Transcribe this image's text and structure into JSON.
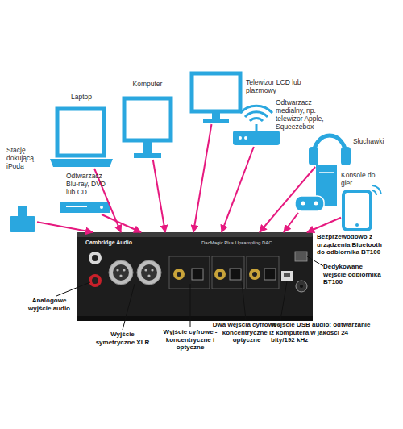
{
  "diagram": {
    "nodes": [
      {
        "text": [
          "Stację dokującą iPoda"
        ]
      },
      {
        "text": [
          "Laptop"
        ]
      },
      {
        "text": [
          "Komputer"
        ]
      },
      {
        "text": [
          "Odtwarzacz Blu-ray, DVD lub CD"
        ]
      },
      {
        "text": [
          "Telewizor LCD lub plazmowy"
        ]
      },
      {
        "text": [
          "Odtwarzacz medialny, np. telewizor Apple, Squeezebox"
        ]
      },
      {
        "text": [
          "Słuchawki"
        ]
      },
      {
        "text": [
          "Konsole do gier"
        ]
      },
      {
        "text": [
          "Bezprzewodowo z urządzenia Bluetooth do odbiornika BT100"
        ]
      },
      {
        "text": [
          "Cambridge Audio",
          "DacMagic Plus Upsampling DAC"
        ]
      }
    ],
    "edges": [
      {
        "from": 0,
        "to": 9,
        "arrow": "to"
      },
      {
        "from": 1,
        "to": 9,
        "arrow": "to"
      },
      {
        "from": 2,
        "to": 9,
        "arrow": "to"
      },
      {
        "from": 3,
        "to": 9,
        "arrow": "to"
      },
      {
        "from": 4,
        "to": 9,
        "arrow": "to"
      },
      {
        "from": 5,
        "to": 9,
        "arrow": "to"
      },
      {
        "from": 6,
        "to": 9,
        "arrow": "to"
      },
      {
        "from": 7,
        "to": 9,
        "arrow": "to"
      },
      {
        "from": 8,
        "to": 9,
        "arrow": "to"
      }
    ],
    "labels": [
      "Analogowe wyjście audio",
      "Wyjście symetryczne XLR",
      "Wyjście cyfrowe - koncentryczne i optyczne",
      "Dwa wejścia cyfrowe - koncentryczne i optyczne",
      "Wejście USB audio; odtwarzanie z komputera w jakości 24 bity/192 kHz",
      "Dedykowane wejście odbiornika BT100"
    ]
  }
}
